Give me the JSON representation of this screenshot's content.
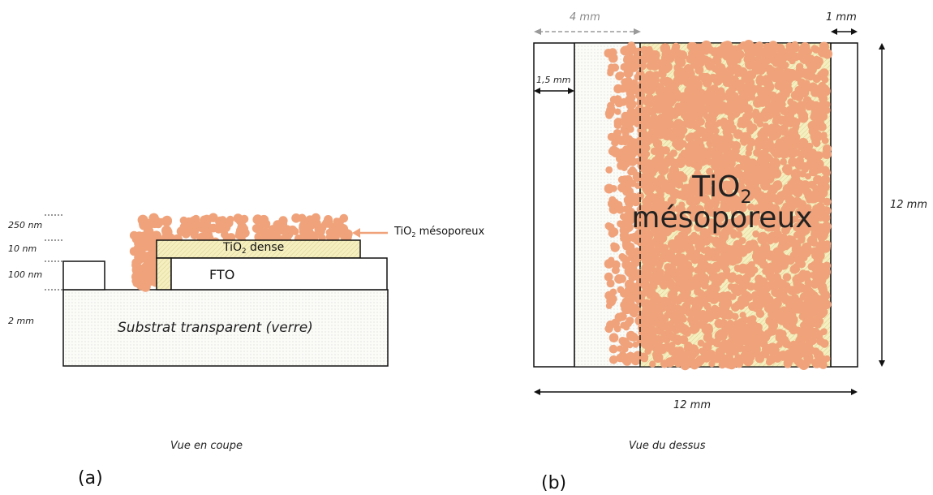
{
  "colors": {
    "particle": "#f0a37a",
    "dense_fill": "#f5efc0",
    "hatch": "#c9bf78",
    "outline": "#111111",
    "dims_grey": "#9a9a9a",
    "substrate_fill": "#fbfbf8"
  },
  "panel_a": {
    "thickness_labels": [
      "250 nm",
      "10 nm",
      "100 nm",
      "2 mm"
    ],
    "substrate_label": "Substrat transparent (verre)",
    "fto_label": "FTO",
    "dense_label_prefix": "TiO",
    "dense_label_sub": "2",
    "dense_label_suffix": " dense",
    "meso_label_prefix": "TiO",
    "meso_label_sub": "2",
    "meso_label_suffix": " mésoporeux",
    "caption": "Vue en coupe",
    "panel_id": "(a)"
  },
  "panel_b": {
    "dim_4mm": "4 mm",
    "dim_1mm": "1 mm",
    "dim_1_5mm": "1,5 mm",
    "dim_12mm_right": "12 mm",
    "dim_12mm_bottom": "12 mm",
    "center_label_prefix": "TiO",
    "center_label_sub": "2",
    "center_label_line2": "mésoporeux",
    "caption": "Vue du dessus",
    "panel_id": "(b)"
  }
}
